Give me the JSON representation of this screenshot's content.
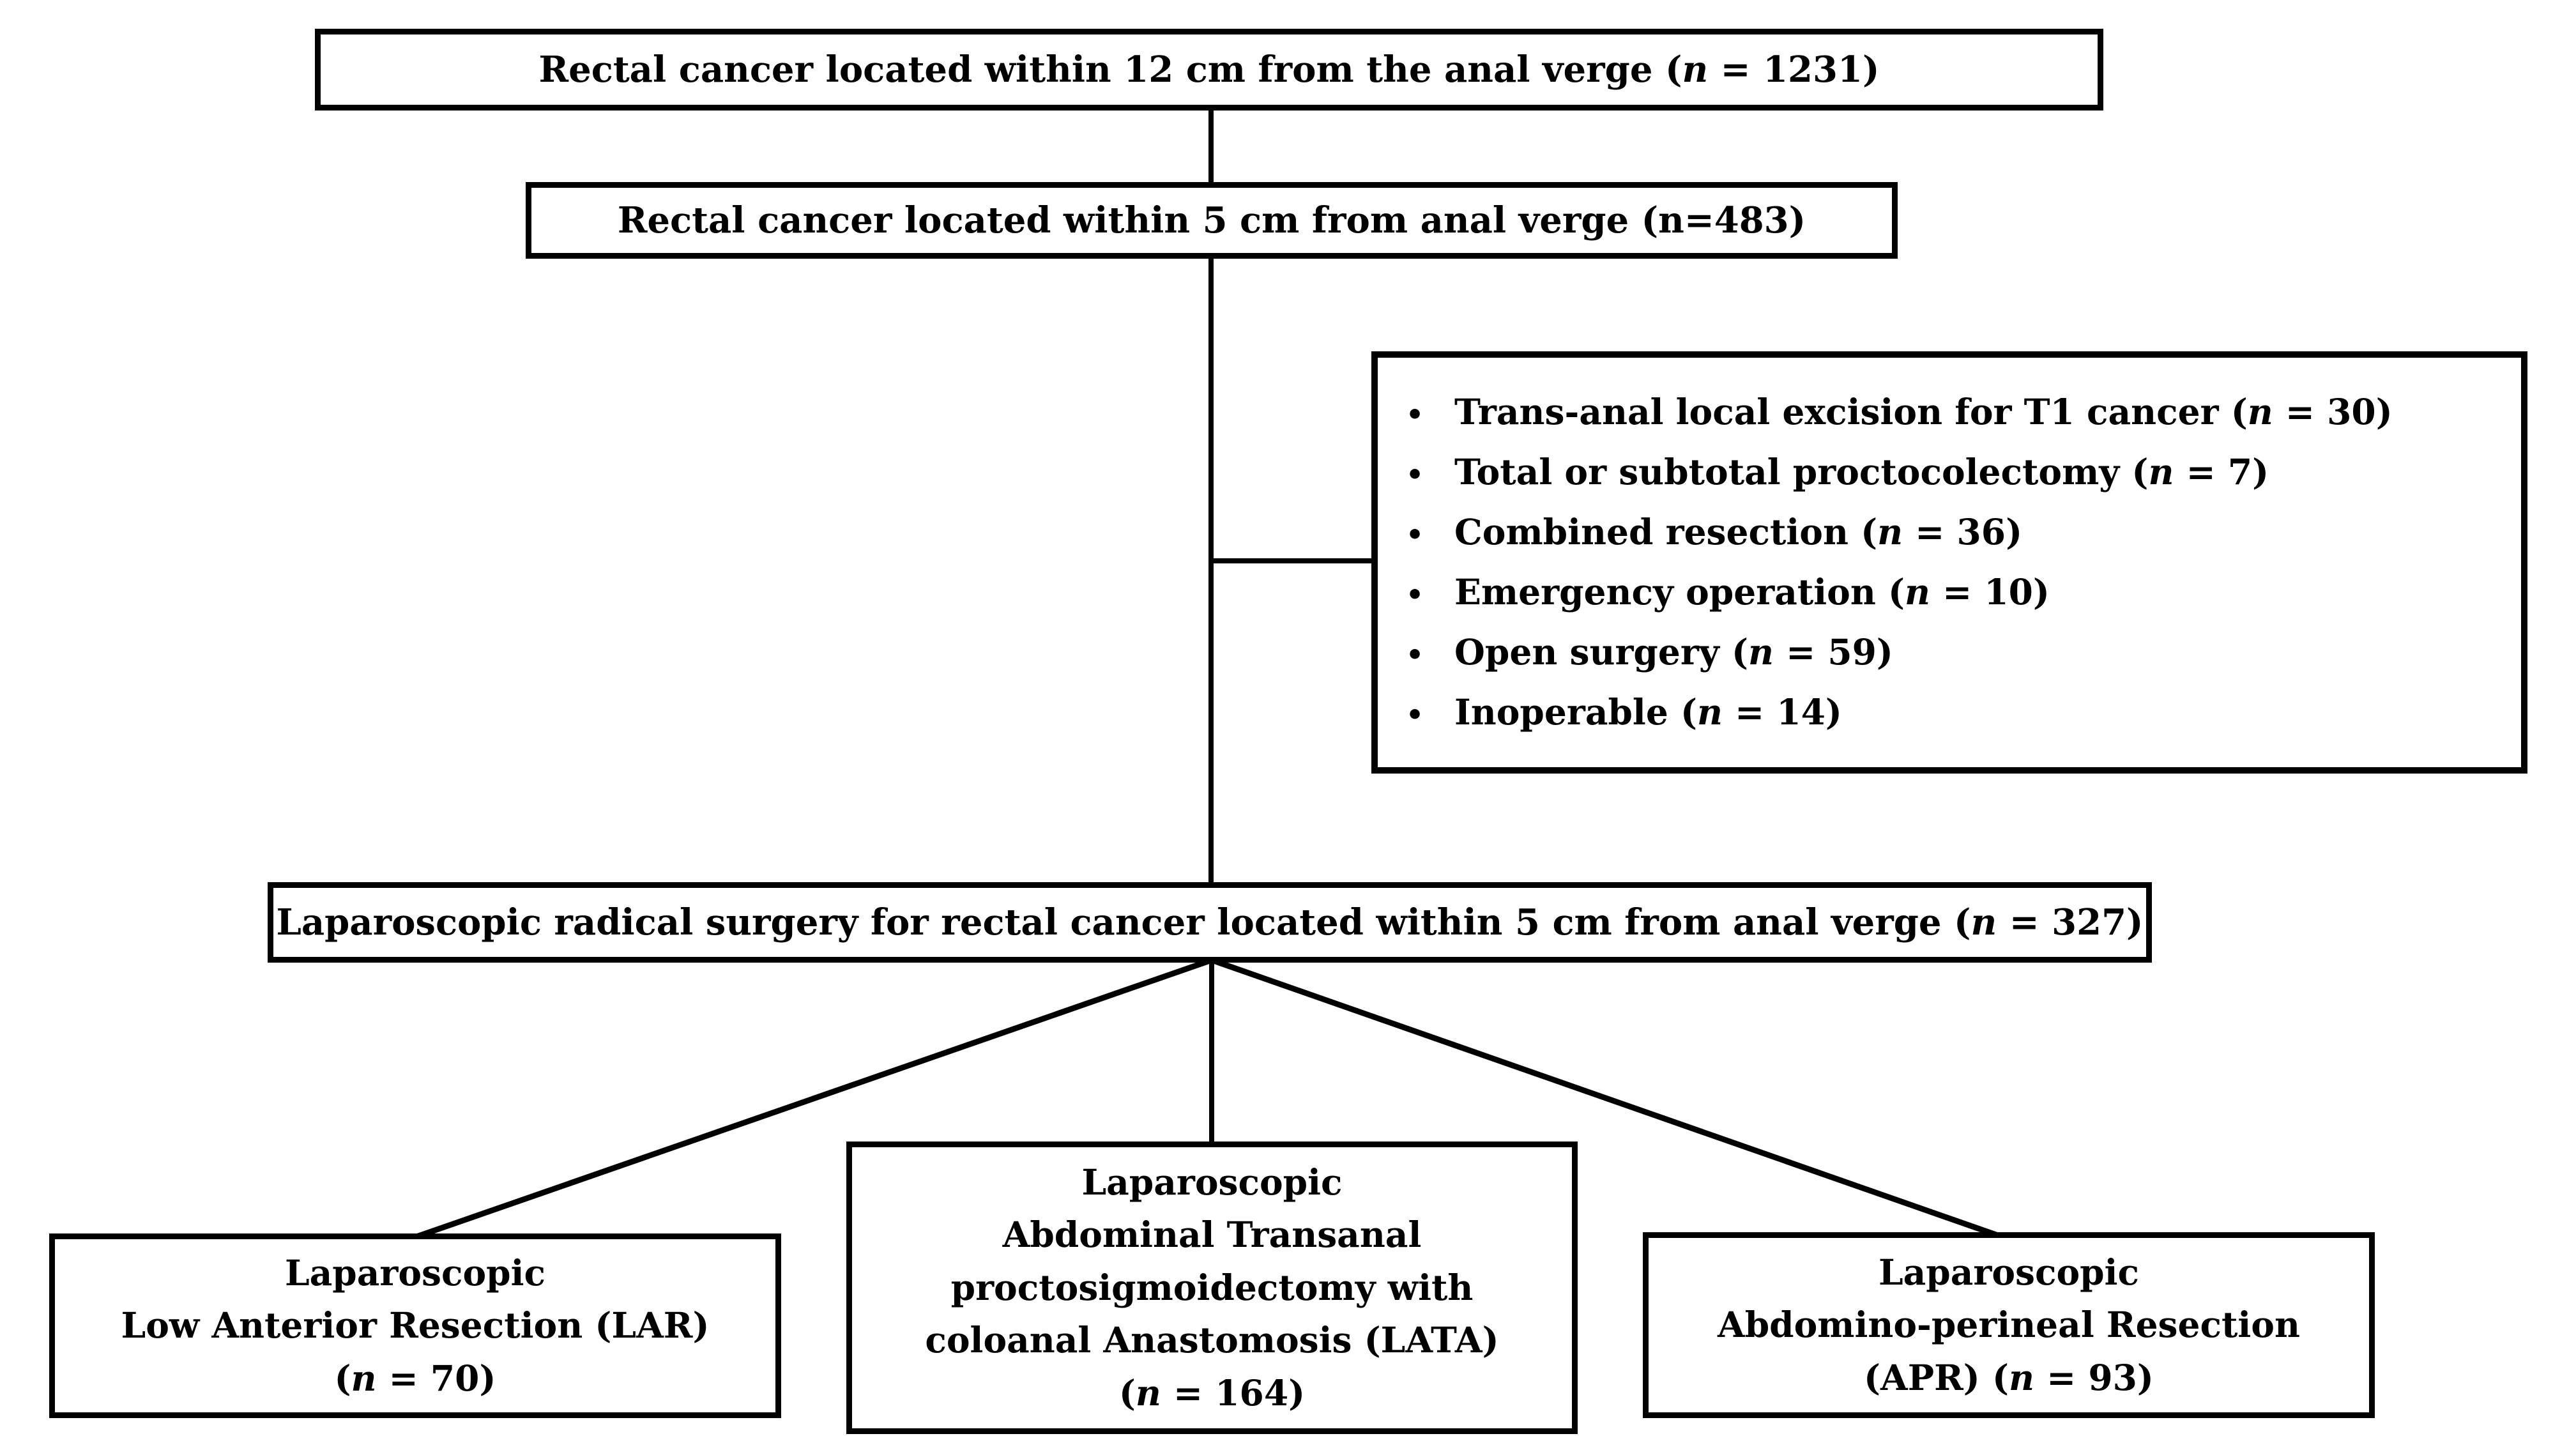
{
  "figure": {
    "ink": "#000000",
    "background": "#ffffff",
    "bullet_glyph": "•"
  },
  "boxes": {
    "eligible": {
      "text": "Rectal cancer located within 12 cm from the anal verge (n = 1231)"
    },
    "low_rectal": {
      "text": "Rectal cancer located within 5 cm from anal verge (n=483)"
    },
    "exclusions": {
      "items": [
        "Trans-anal local excision for T1 cancer (n = 30)",
        "Total or subtotal proctocolectomy (n = 7)",
        "Combined resection (n = 36)",
        "Emergency operation (n = 10)",
        "Open surgery (n = 59)",
        "Inoperable (n = 14)"
      ]
    },
    "radical": {
      "text": "Laparoscopic radical surgery for rectal cancer located within 5 cm from anal verge (n = 327)"
    },
    "lar": {
      "lines": [
        "Laparoscopic",
        "Low Anterior Resection (LAR)",
        "(n = 70)"
      ]
    },
    "lata": {
      "lines": [
        "Laparoscopic",
        "Abdominal Transanal",
        "proctosigmoidectomy with",
        "coloanal Anastomosis (LATA)",
        "(n = 164)"
      ]
    },
    "apr": {
      "lines": [
        "Laparoscopic",
        "Abdomino-perineal Resection",
        "(APR) (n = 93)"
      ]
    }
  }
}
